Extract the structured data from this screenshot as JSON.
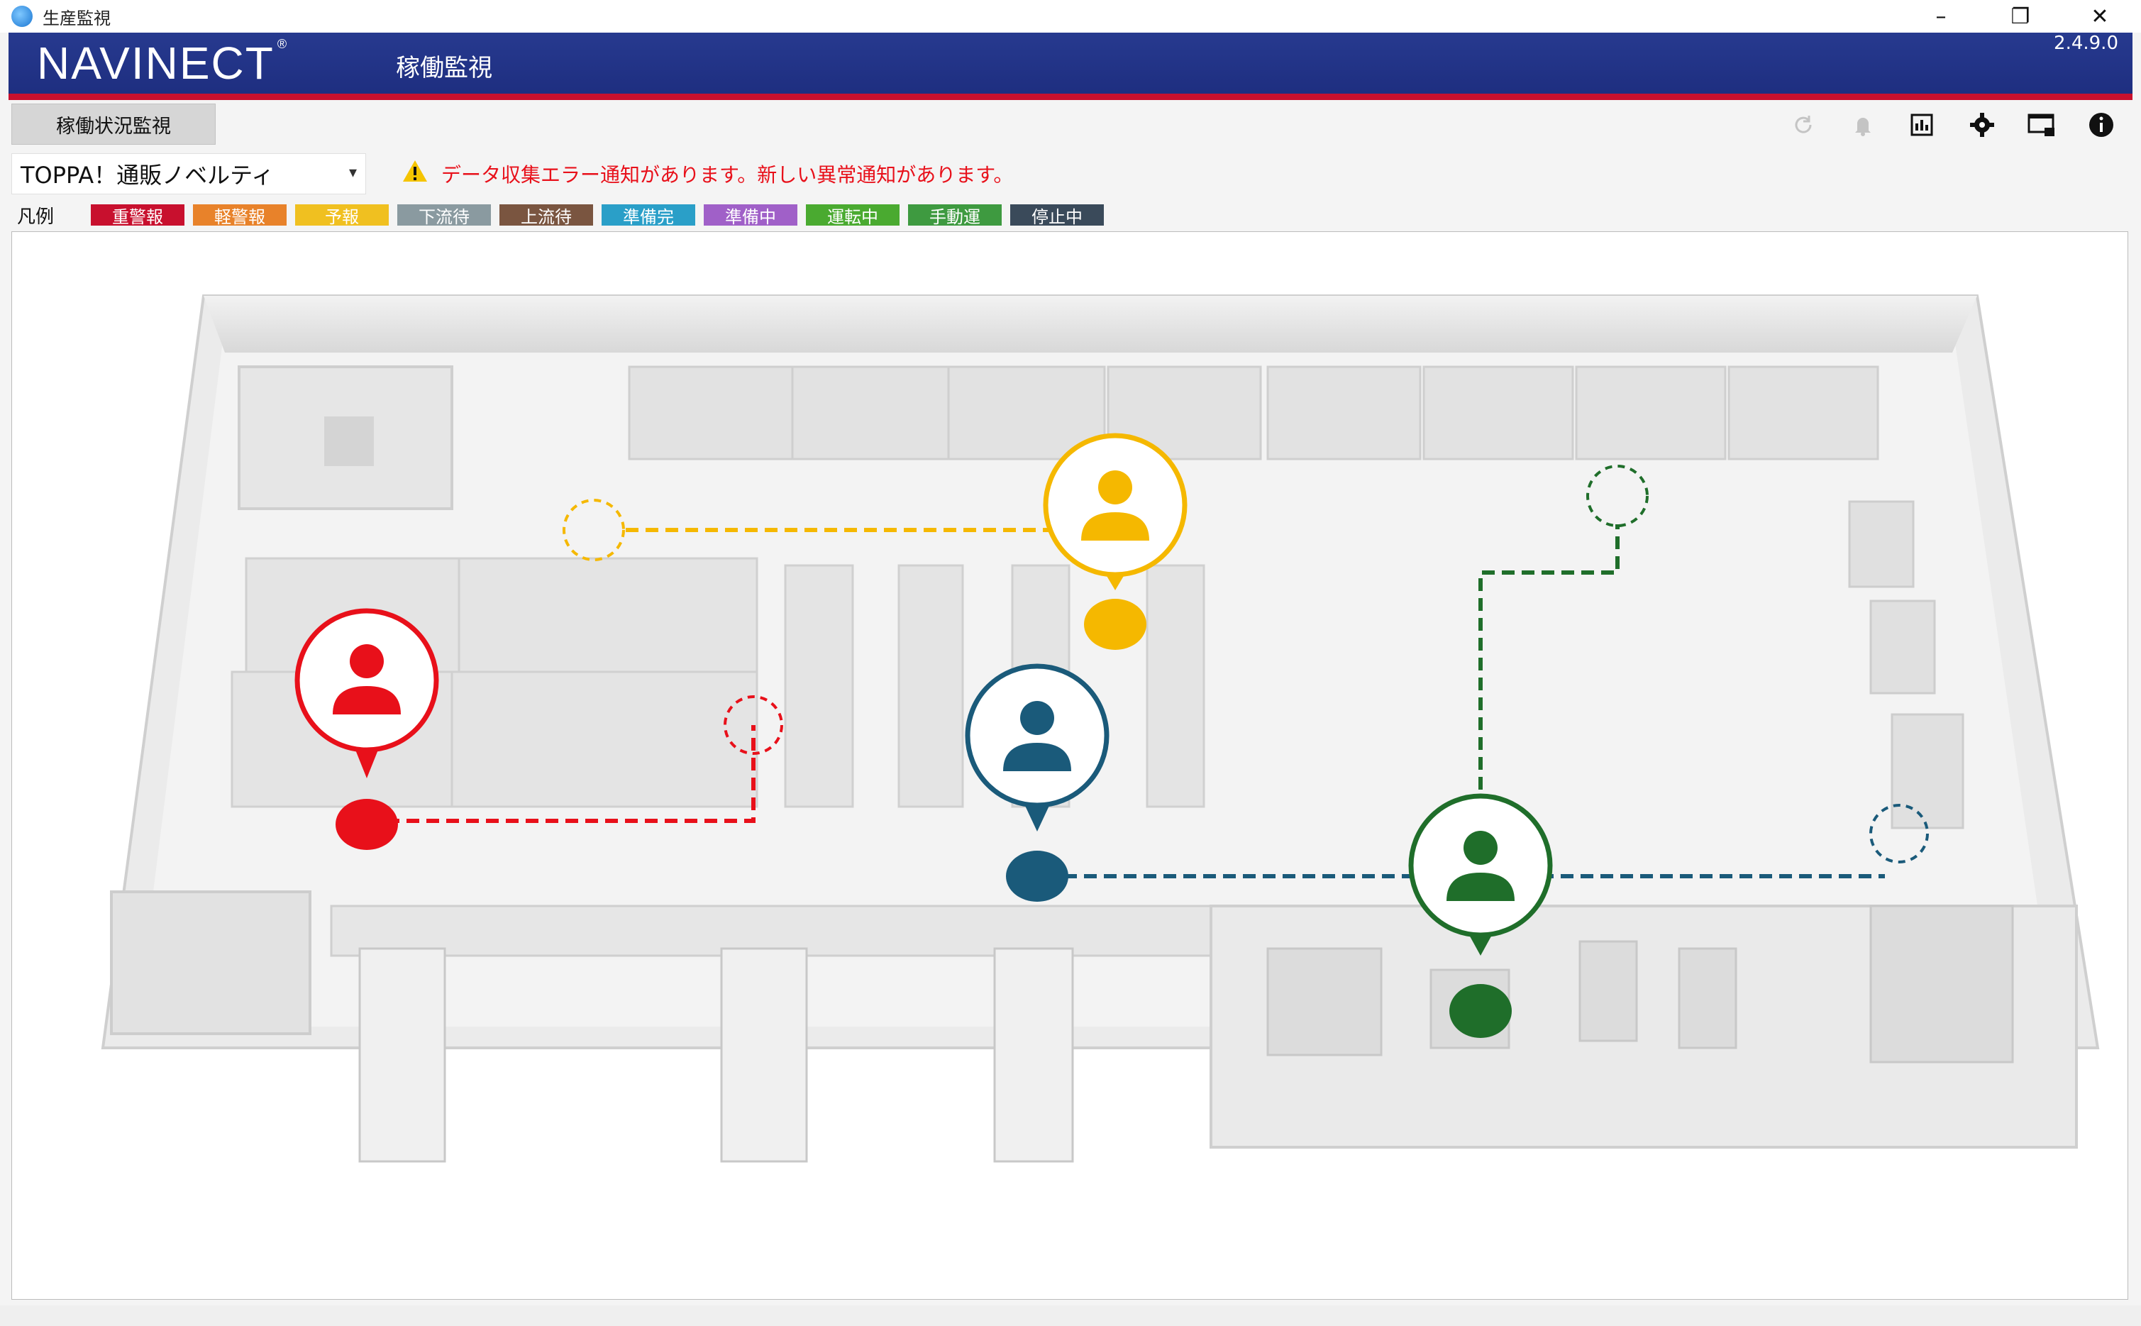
{
  "window": {
    "title": "生産監視",
    "controls": {
      "minimize": "–",
      "maximize": "❐",
      "close": "✕"
    }
  },
  "header": {
    "logo": "NAVINECT",
    "logo_mark": "®",
    "subtitle": "稼働監視",
    "version": "2.4.9.0"
  },
  "tab": {
    "label": "稼働状況監視"
  },
  "toolbar": {
    "icons": [
      "refresh-icon",
      "bell-icon",
      "report-icon",
      "gear-icon",
      "monitor-icon",
      "info-icon"
    ]
  },
  "site_select": {
    "value": "TOPPA！通販ノベルティ"
  },
  "alert": {
    "message": "データ収集エラー通知があります。新しい異常通知があります。"
  },
  "legend": {
    "label": "凡例",
    "items": [
      {
        "label": "重警報",
        "color": "#c8102e"
      },
      {
        "label": "軽警報",
        "color": "#e8822a"
      },
      {
        "label": "予報",
        "color": "#f0c020"
      },
      {
        "label": "下流待",
        "color": "#8a9aa0"
      },
      {
        "label": "上流待",
        "color": "#7a5540"
      },
      {
        "label": "準備完",
        "color": "#2a9fc8"
      },
      {
        "label": "準備中",
        "color": "#a060c8"
      },
      {
        "label": "運転中",
        "color": "#4aaa30"
      },
      {
        "label": "手動運",
        "color": "#3e9a40"
      },
      {
        "label": "停止中",
        "color": "#3a4a5a"
      }
    ]
  },
  "map": {
    "workers": [
      {
        "status_color": "#e8101a"
      },
      {
        "status_color": "#f5b800"
      },
      {
        "status_color": "#1a5a7a"
      },
      {
        "status_color": "#1f6e2a"
      }
    ]
  }
}
